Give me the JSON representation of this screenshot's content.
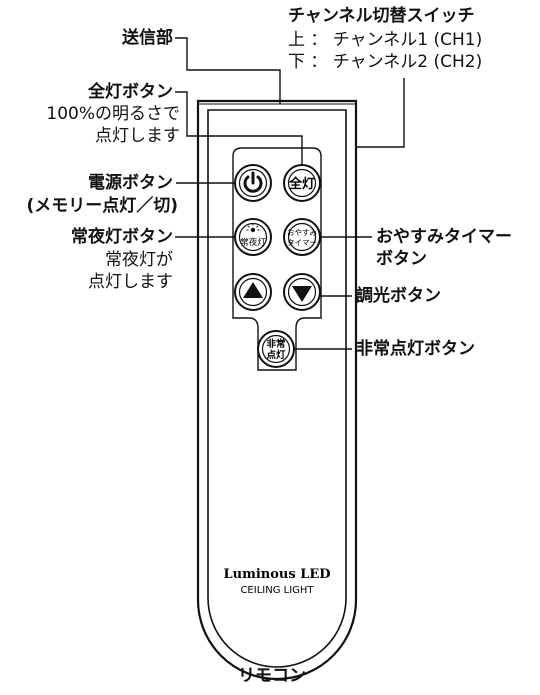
{
  "labels": {
    "transmitter": "送信部",
    "channel_switch": "チャンネル切替スイッチ",
    "channel_up": "上 ： チャンネル1 (CH1)",
    "channel_down": "下 ： チャンネル2 (CH2)",
    "full_light_button": "全灯ボタン",
    "full_light_desc_1": "100%の明るさで",
    "full_light_desc_2": "点灯します",
    "power_button": "電源ボタン",
    "power_button_sub": "(メモリー点灯／切)",
    "night_light_button": "常夜灯ボタン",
    "night_light_desc_1": "常夜灯が",
    "night_light_desc_2": "点灯します",
    "sleep_timer_1": "おやすみタイマー",
    "sleep_timer_2": "ボタン",
    "dimming_button": "調光ボタン",
    "emergency_button": "非常点灯ボタン",
    "caption": "リモコン"
  },
  "remote": {
    "full_btn": "全灯",
    "night_btn_1": "常夜灯",
    "sleep_btn_1": "おやすみ",
    "sleep_btn_2": "タイマー",
    "emergency_btn_1": "非常",
    "emergency_btn_2": "点灯",
    "brand": "Luminous LED",
    "model": "CEILING LIGHT"
  }
}
